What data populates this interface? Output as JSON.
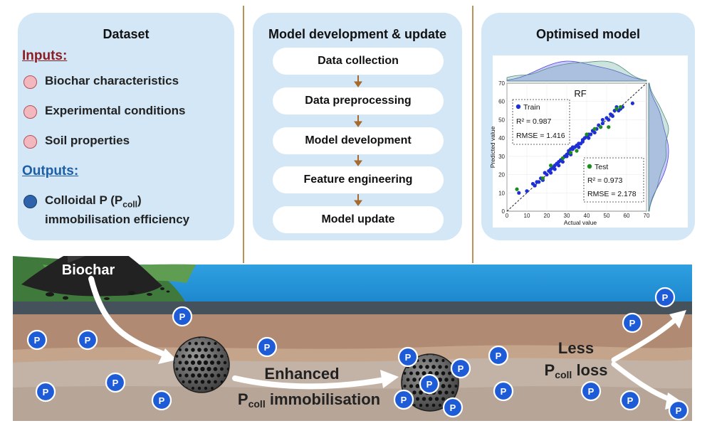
{
  "dataset": {
    "title": "Dataset",
    "inputs_heading": "Inputs:",
    "inputs": [
      "Biochar characteristics",
      "Experimental conditions",
      "Soil properties"
    ],
    "outputs_heading": "Outputs:",
    "output_line1_pre": "Colloidal P (P",
    "output_line1_sub": "coll",
    "output_line1_post": ")",
    "output_line2": "immobilisation efficiency"
  },
  "model_dev": {
    "title": "Model development & update",
    "steps": [
      "Data collection",
      "Data preprocessing",
      "Model development",
      "Feature engineering",
      "Model update"
    ]
  },
  "optimised": {
    "title": "Optimised model"
  },
  "chart_data": {
    "type": "scatter",
    "title": "RF",
    "xlabel": "Actual value",
    "ylabel": "Predicted value",
    "xlim": [
      0,
      70
    ],
    "ylim": [
      0,
      70
    ],
    "xticks": [
      "0",
      "10",
      "20",
      "30",
      "40",
      "50",
      "60",
      "70"
    ],
    "yticks": [
      "0",
      "10",
      "20",
      "30",
      "40",
      "50",
      "60",
      "70"
    ],
    "series": [
      {
        "name": "Train",
        "color": "#1f2fd6",
        "stats": [
          "R² = 0.987",
          "RMSE = 1.416"
        ],
        "points": [
          [
            6,
            10
          ],
          [
            10,
            11
          ],
          [
            13,
            15
          ],
          [
            14,
            14
          ],
          [
            15,
            16
          ],
          [
            16,
            16
          ],
          [
            17,
            18
          ],
          [
            18,
            17
          ],
          [
            19,
            21
          ],
          [
            20,
            20
          ],
          [
            21,
            22
          ],
          [
            22,
            23
          ],
          [
            22,
            21
          ],
          [
            23,
            24
          ],
          [
            24,
            25
          ],
          [
            24,
            23
          ],
          [
            25,
            26
          ],
          [
            26,
            25
          ],
          [
            26,
            27
          ],
          [
            27,
            28
          ],
          [
            28,
            27
          ],
          [
            28,
            29
          ],
          [
            29,
            30
          ],
          [
            30,
            30
          ],
          [
            30,
            31
          ],
          [
            31,
            32
          ],
          [
            31,
            33
          ],
          [
            32,
            34
          ],
          [
            32,
            31
          ],
          [
            33,
            34
          ],
          [
            33,
            35
          ],
          [
            34,
            35
          ],
          [
            35,
            36
          ],
          [
            36,
            35
          ],
          [
            36,
            37
          ],
          [
            37,
            37
          ],
          [
            38,
            38
          ],
          [
            38,
            39
          ],
          [
            39,
            40
          ],
          [
            40,
            41
          ],
          [
            41,
            40
          ],
          [
            41,
            42
          ],
          [
            42,
            42
          ],
          [
            43,
            44
          ],
          [
            44,
            43
          ],
          [
            45,
            45
          ],
          [
            46,
            47
          ],
          [
            47,
            46
          ],
          [
            48,
            48
          ],
          [
            48,
            50
          ],
          [
            50,
            51
          ],
          [
            51,
            50
          ],
          [
            52,
            53
          ],
          [
            53,
            52
          ],
          [
            54,
            55
          ],
          [
            55,
            57
          ],
          [
            56,
            55
          ],
          [
            57,
            56
          ],
          [
            58,
            57
          ],
          [
            63,
            59
          ]
        ]
      },
      {
        "name": "Test",
        "color": "#1c8c1c",
        "stats": [
          "R² = 0.973",
          "RMSE = 2.178"
        ],
        "points": [
          [
            5,
            12
          ],
          [
            18,
            18
          ],
          [
            22,
            25
          ],
          [
            28,
            29
          ],
          [
            32,
            32
          ],
          [
            35,
            33
          ],
          [
            40,
            42
          ],
          [
            44,
            45
          ],
          [
            47,
            46
          ],
          [
            51,
            46
          ],
          [
            55,
            56
          ],
          [
            57,
            57
          ]
        ]
      }
    ],
    "reference_line": "y = x",
    "marginals": "kde"
  },
  "scene": {
    "biochar_label": "Biochar",
    "enhanced_line1": "Enhanced",
    "enhanced_line2_pre": "P",
    "enhanced_line2_sub": "coll",
    "enhanced_line2_post": " immobilisation",
    "less_line1": "Less",
    "less_line2_pre": "P",
    "less_line2_sub": "coll",
    "less_line2_post": " loss",
    "p_label": "P"
  }
}
